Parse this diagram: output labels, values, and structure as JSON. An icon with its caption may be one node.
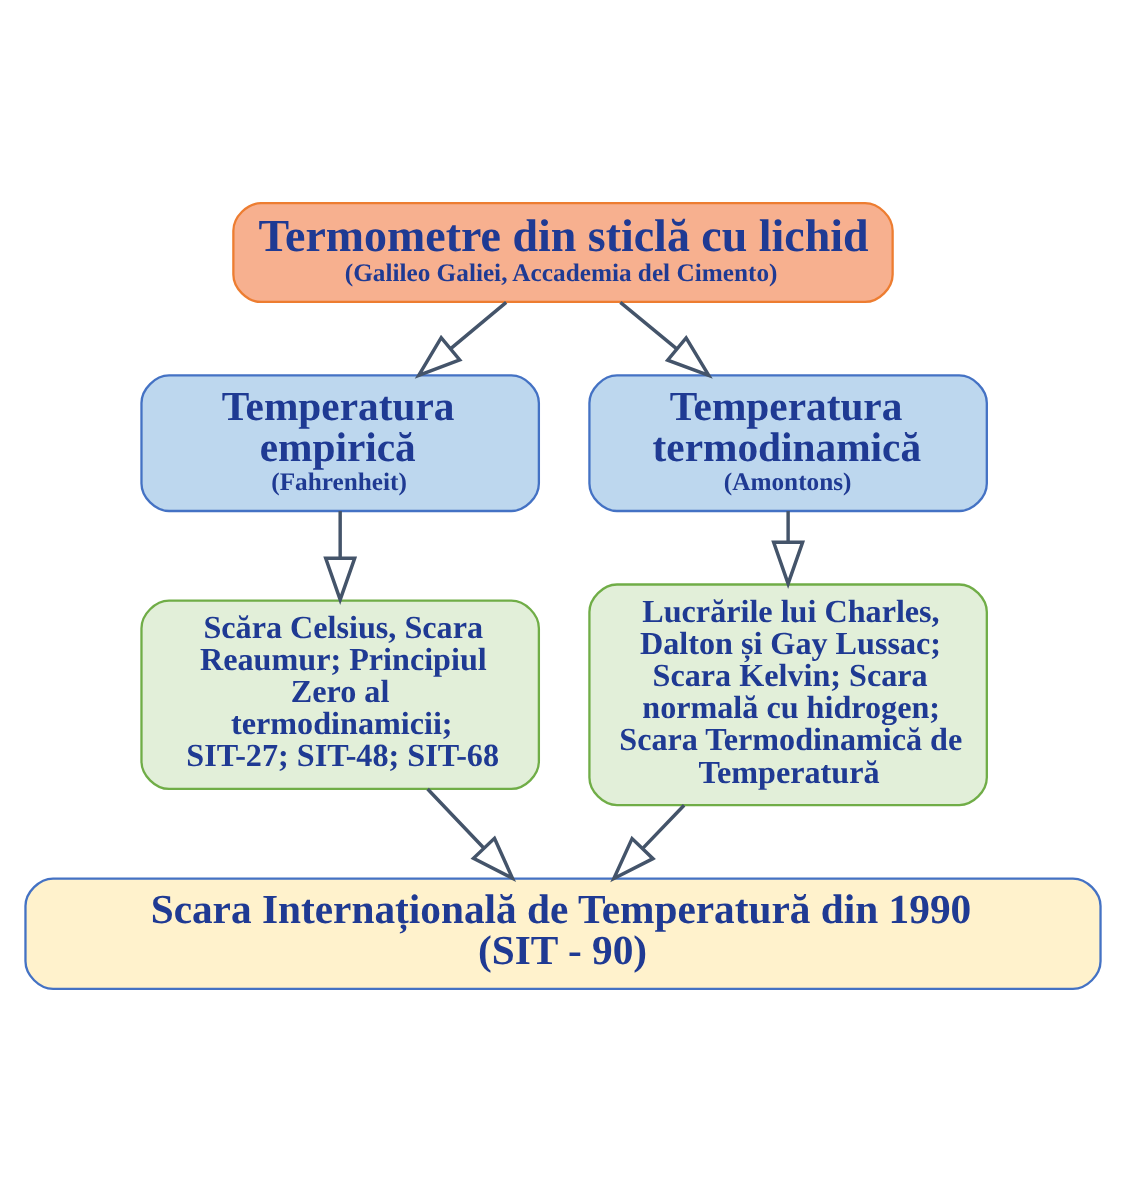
{
  "diagram": {
    "nodes": [
      {
        "text": [
          "Termometre din sticlă cu lichid",
          "(Galileo Galiei, Accademia del Cimento)"
        ]
      },
      {
        "text": [
          "Temperatura empirică",
          "(Fahrenheit)"
        ]
      },
      {
        "text": [
          "Temperatura termodinamică",
          "(Amontons)"
        ]
      },
      {
        "text": [
          "Scăra Celsius, Scara Reaumur; Principiul Zero al termodinamicii; SIT-27; SIT-48; SIT-68"
        ]
      },
      {
        "text": [
          "Lucrările lui Charles, Dalton și Gay Lussac; Scara Kelvin; Scara normală cu hidrogen; Scara Termodinamică de Temperatură"
        ]
      },
      {
        "text": [
          "Scara Internațională de Temperatură din 1990 (SIT - 90)"
        ]
      }
    ],
    "edges": [
      {
        "from": 0,
        "to": 1,
        "arrow": "to"
      },
      {
        "from": 0,
        "to": 2,
        "arrow": "to"
      },
      {
        "from": 1,
        "to": 3,
        "arrow": "to"
      },
      {
        "from": 2,
        "to": 4,
        "arrow": "to"
      },
      {
        "from": 3,
        "to": 5,
        "arrow": "to"
      },
      {
        "from": 4,
        "to": 5,
        "arrow": "to"
      }
    ]
  }
}
